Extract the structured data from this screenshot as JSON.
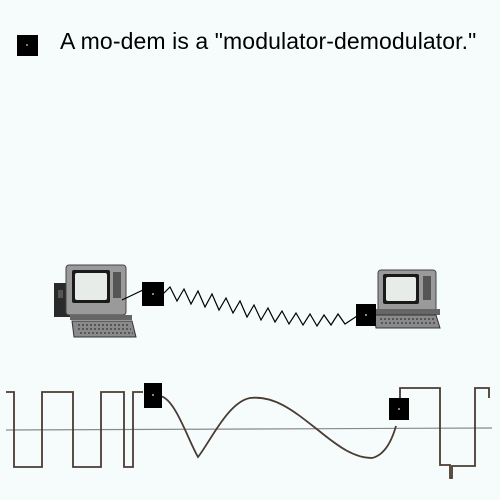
{
  "slide": {
    "headline": "A mo-dem is a \"modulator-demodulator.\""
  },
  "icons": [
    "bullet-square",
    "computer-terminal",
    "modem-box",
    "signal-waveform"
  ],
  "colors": {
    "background": "#f6fcfc",
    "waveform": "#4a3b33",
    "axis": "#8a8a8a",
    "modem": "#000000"
  }
}
